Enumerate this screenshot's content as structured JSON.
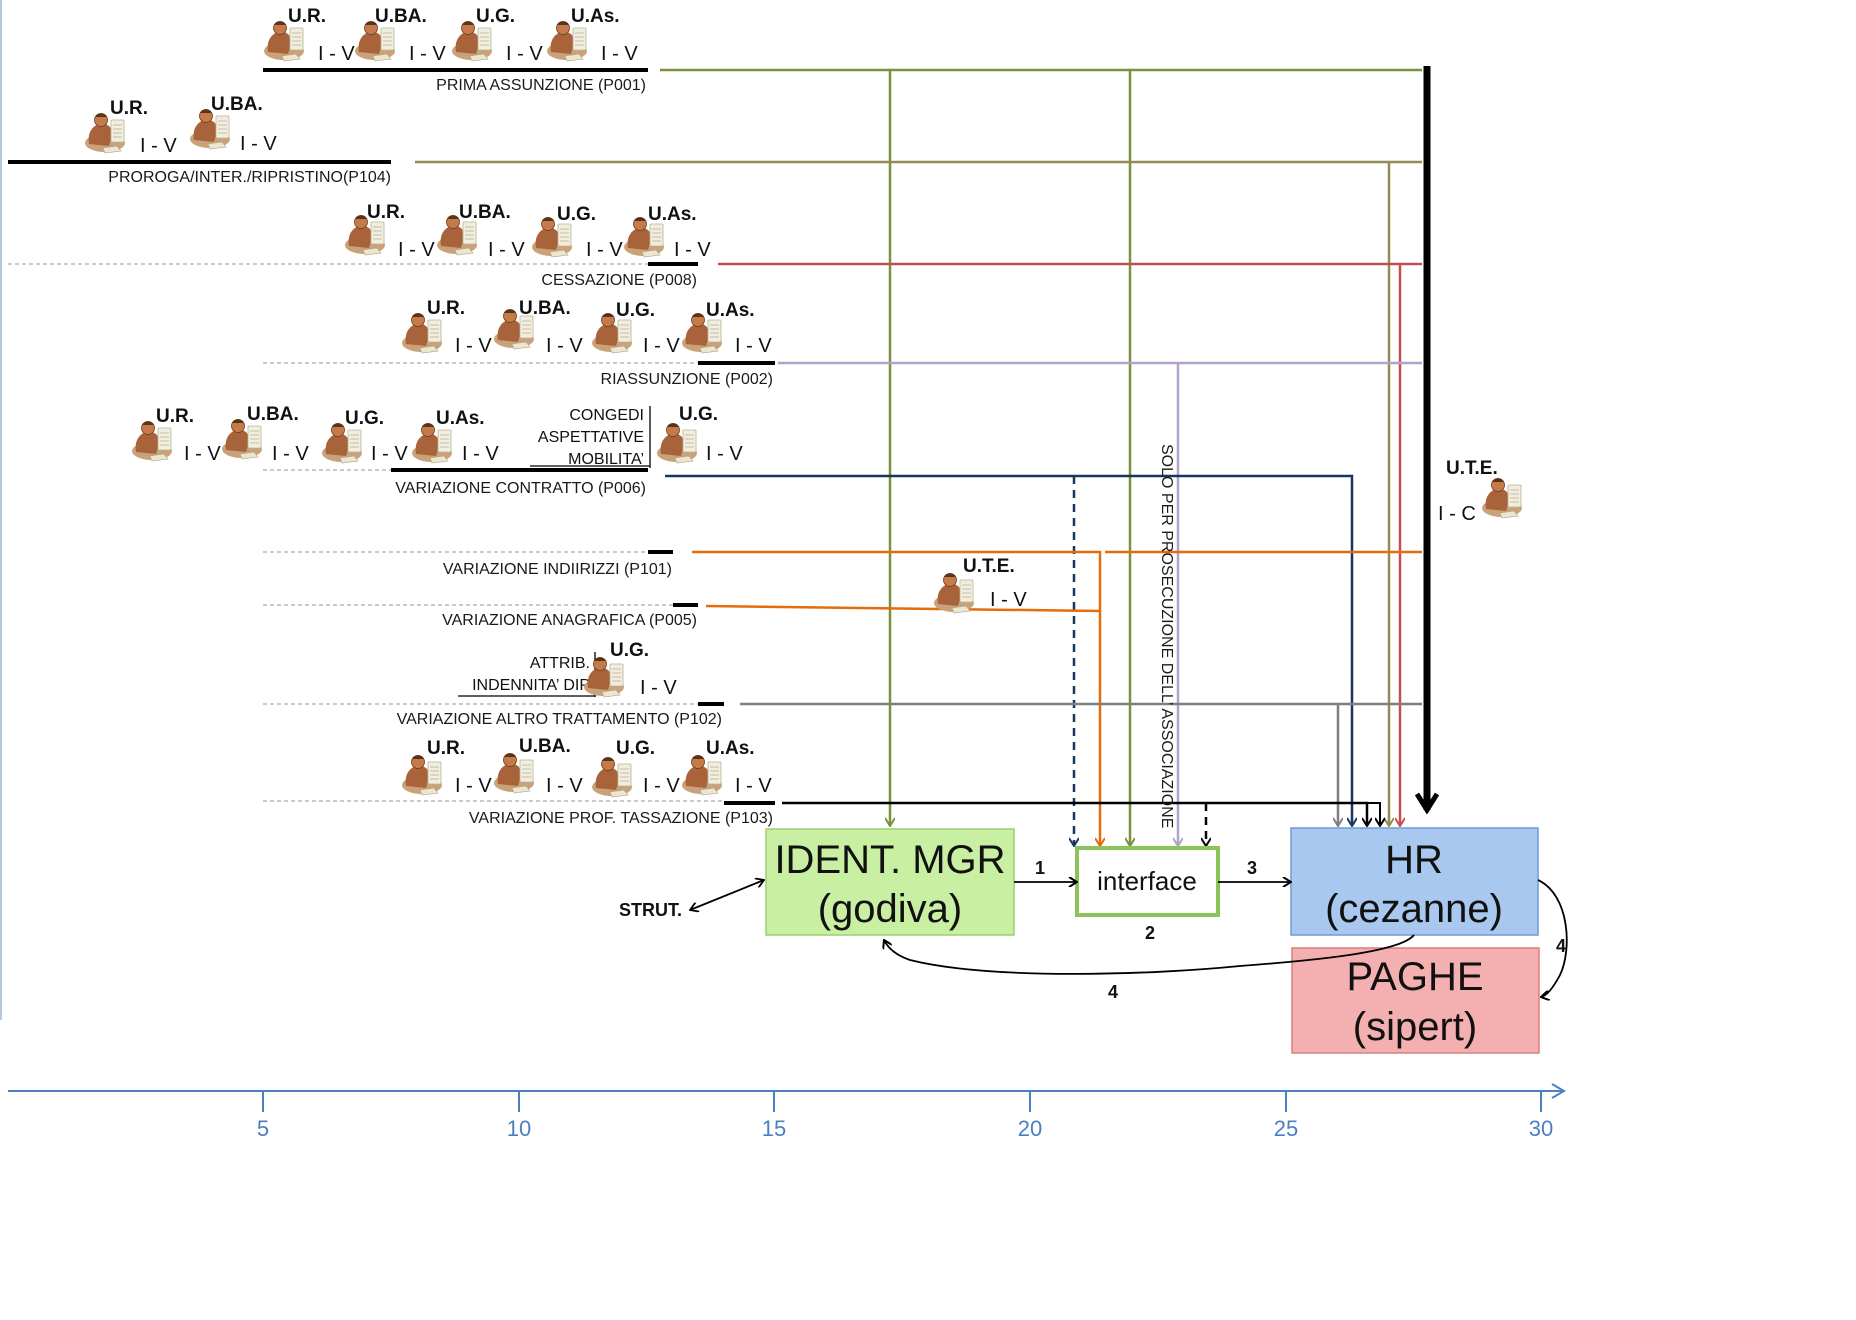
{
  "processes": [
    {
      "id": "p001",
      "label": "PRIMA ASSUNZIONE (P001)"
    },
    {
      "id": "p104",
      "label": "PROROGA/INTER./RIPRISTINO(P104)"
    },
    {
      "id": "p008",
      "label": "CESSAZIONE (P008)"
    },
    {
      "id": "p002",
      "label": "RIASSUNZIONE (P002)"
    },
    {
      "id": "p006",
      "label": "VARIAZIONE CONTRATTO (P006)"
    },
    {
      "id": "p101",
      "label": "VARIAZIONE INDIIRIZZI (P101)"
    },
    {
      "id": "p005",
      "label": "VARIAZIONE ANAGRAFICA (P005)"
    },
    {
      "id": "p102",
      "label": "VARIAZIONE ALTRO TRATTAMENTO (P102)"
    },
    {
      "id": "p103",
      "label": "VARIAZIONE PROF. TASSAZIONE (P103)"
    }
  ],
  "units": {
    "ur": "U.R.",
    "uba": "U.BA.",
    "ug": "U.G.",
    "uas": "U.As.",
    "ute": "U.T.E."
  },
  "access": {
    "iv": "I - V",
    "ic": "I - C"
  },
  "congedi": {
    "line1": "CONGEDI",
    "line2": "ASPETTATIVE",
    "line3": "MOBILITA’"
  },
  "attrib": {
    "line1": "ATTRIB.",
    "line2": "INDENNITA’ DIP"
  },
  "vertical_note": "SOLO PER PROSECUZIONE DELL’ ASSOCIAZIONE",
  "systems": {
    "ident_line1": "IDENT. MGR",
    "ident_line2": "(godiva)",
    "interface": "interface",
    "hr_line1": "HR",
    "hr_line2": "(cezanne)",
    "paghe_line1": "PAGHE",
    "paghe_line2": "(sipert)",
    "strut": "STRUT."
  },
  "flow_numbers": {
    "n1": "1",
    "n2": "2",
    "n3": "3",
    "n4a": "4",
    "n4b": "4"
  },
  "axis": {
    "ticks": [
      "5",
      "10",
      "15",
      "20",
      "25",
      "30"
    ]
  },
  "colors": {
    "green": "#77933c",
    "orange": "#e46c0a",
    "red": "#c0504d",
    "purple": "#b3a2c7",
    "navy": "#17375e",
    "gray": "#7f7f7f",
    "olive": "#948a54",
    "black": "#000000",
    "axis": "#4a7fc1",
    "box_green": "#c9f0a2",
    "box_blue": "#a8c8f0",
    "box_red": "#f4b0b0"
  }
}
